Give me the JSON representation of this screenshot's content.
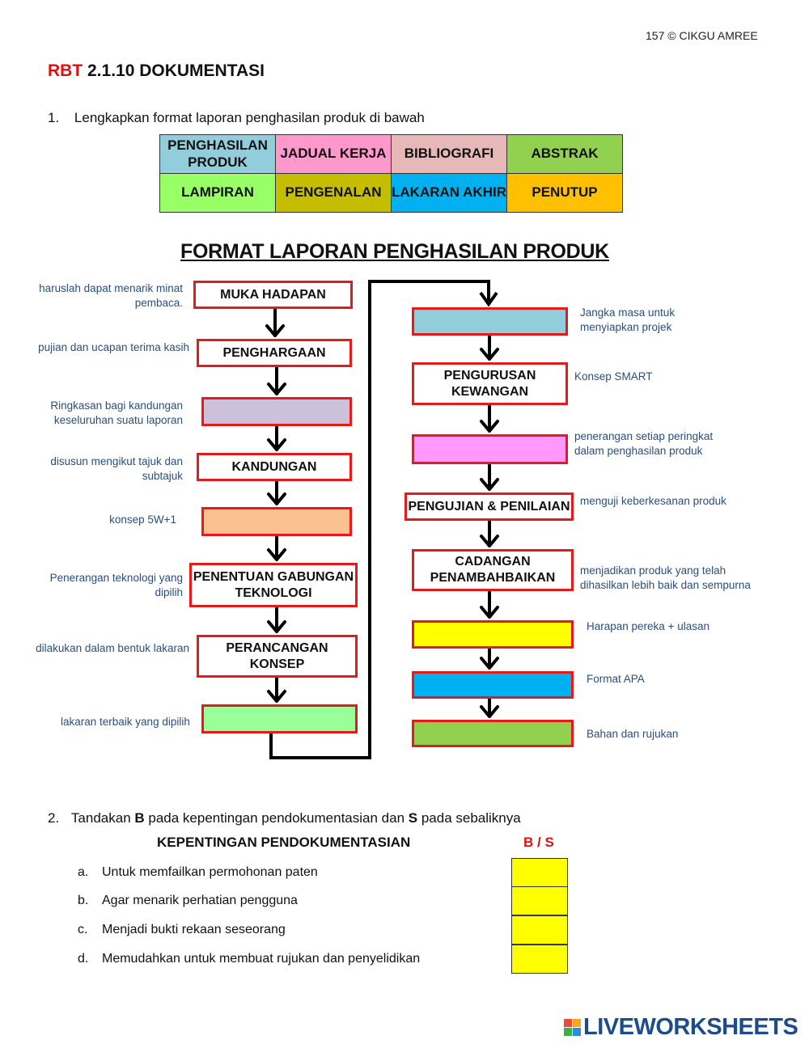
{
  "header": {
    "page_credit": "157 © CIKGU AMREE"
  },
  "title": {
    "prefix": "RBT",
    "rest": " 2.1.10 DOKUMENTASI"
  },
  "q1": {
    "number": "1.",
    "text": "Lengkapkan format laporan penghasilan produk di bawah",
    "options": [
      [
        {
          "label": "PENGHASILAN PRODUK",
          "color": "#92cddc"
        },
        {
          "label": "JADUAL KERJA",
          "color": "#ff99cc"
        },
        {
          "label": "BIBLIOGRAFI",
          "color": "#e6b8b7"
        },
        {
          "label": "ABSTRAK",
          "color": "#92d050"
        }
      ],
      [
        {
          "label": "LAMPIRAN",
          "color": "#99ff66"
        },
        {
          "label": "PENGENALAN",
          "color": "#c4bd00"
        },
        {
          "label": "LAKARAN AKHIR",
          "color": "#00b0f0"
        },
        {
          "label": "PENUTUP",
          "color": "#ffc000"
        }
      ]
    ]
  },
  "flow": {
    "title": "FORMAT LAPORAN PENGHASILAN PRODUK",
    "left": [
      {
        "label": "MUKA HADAPAN",
        "fill": "#ffffff",
        "note": "haruslah dapat menarik minat pembaca."
      },
      {
        "label": "PENGHARGAAN",
        "fill": "#ffffff",
        "note": "pujian dan ucapan terima kasih"
      },
      {
        "label": "",
        "fill": "#ccc0da",
        "note": "Ringkasan bagi kandungan keseluruhan suatu laporan"
      },
      {
        "label": "KANDUNGAN",
        "fill": "#ffffff",
        "note": "disusun mengikut tajuk dan subtajuk"
      },
      {
        "label": "",
        "fill": "#fac090",
        "note": "konsep 5W+1"
      },
      {
        "label": "PENENTUAN GABUNGAN TEKNOLOGI",
        "fill": "#ffffff",
        "note": "Penerangan  teknologi yang dipilih"
      },
      {
        "label": "PERANCANGAN KONSEP",
        "fill": "#ffffff",
        "note": "dilakukan dalam bentuk lakaran"
      },
      {
        "label": "",
        "fill": "#99ff99",
        "note": "lakaran terbaik yang dipilih"
      }
    ],
    "right": [
      {
        "label": "",
        "fill": "#92cddc",
        "note": "Jangka masa untuk menyiapkan projek"
      },
      {
        "label": "PENGURUSAN KEWANGAN",
        "fill": "#ffffff",
        "note": "Konsep SMART"
      },
      {
        "label": "",
        "fill": "#ff99ff",
        "note": "penerangan setiap peringkat dalam penghasilan produk"
      },
      {
        "label": "PENGUJIAN & PENILAIAN",
        "fill": "#ffffff",
        "note": "menguji keberkesanan produk"
      },
      {
        "label": "CADANGAN PENAMBAHBAIKAN",
        "fill": "#ffffff",
        "note": "menjadikan produk yang telah dihasilkan lebih baik dan sempurna"
      },
      {
        "label": "",
        "fill": "#ffff00",
        "note": "Harapan pereka + ulasan"
      },
      {
        "label": "",
        "fill": "#00b0f0",
        "note": "Format APA"
      },
      {
        "label": "",
        "fill": "#92d050",
        "note": "Bahan dan rujukan"
      }
    ]
  },
  "q2": {
    "number": "2.",
    "text_a": "Tandakan ",
    "b": "B",
    "text_b": " pada kepentingan pendokumentasian dan ",
    "s": "S",
    "text_c": " pada sebaliknya",
    "col_header": "KEPENTINGAN PENDOKUMENTASIAN",
    "bs_header": "B / S",
    "items": [
      {
        "letter": "a.",
        "text": "Untuk memfailkan permohonan paten"
      },
      {
        "letter": "b.",
        "text": "Agar menarik perhatian pengguna"
      },
      {
        "letter": "c.",
        "text": "Menjadi bukti rekaan seseorang"
      },
      {
        "letter": "d.",
        "text": "Memudahkan untuk membuat rujukan dan penyelidikan"
      }
    ]
  },
  "footer": {
    "brand": "LIVEWORKSHEETS"
  }
}
